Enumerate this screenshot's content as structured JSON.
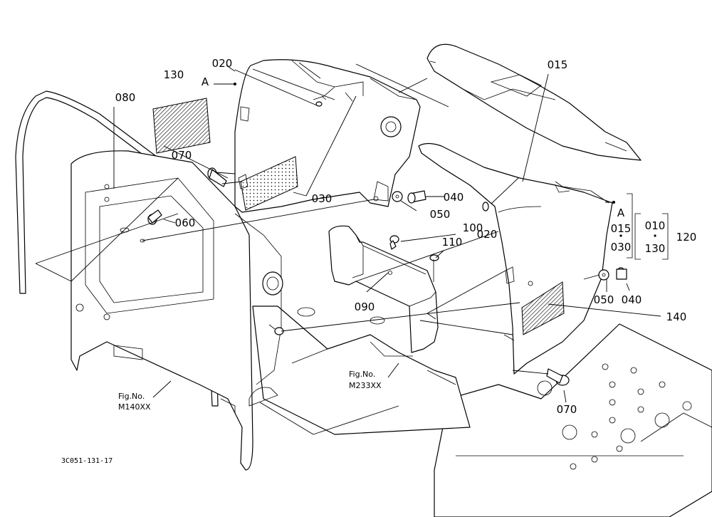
{
  "callouts": {
    "p015": "015",
    "p020a": "020",
    "p020b": "020",
    "p030": "030",
    "p040a": "040",
    "p040b": "040",
    "p050a": "050",
    "p050b": "050",
    "p060": "060",
    "p070a": "070",
    "p070b": "070",
    "p080": "080",
    "p090": "090",
    "p100": "100",
    "p110": "110",
    "p130": "130",
    "p140": "140",
    "refA": "A"
  },
  "assembly": {
    "refA": "A",
    "a015": "015",
    "a030": "030",
    "a010": "010",
    "a130": "130",
    "a120": "120"
  },
  "fig_refs": {
    "fig1_line1": "Fig.No.",
    "fig1_line2": "M140XX",
    "fig2_line1": "Fig.No.",
    "fig2_line2": "M233XX"
  },
  "drawing_code": "3C051-131-17"
}
